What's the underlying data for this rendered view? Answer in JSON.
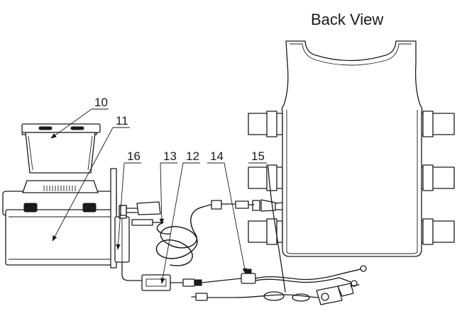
{
  "title": "Back View",
  "callouts": [
    {
      "id": "c10",
      "label": "10"
    },
    {
      "id": "c11",
      "label": "11"
    },
    {
      "id": "c16",
      "label": "16"
    },
    {
      "id": "c13",
      "label": "13"
    },
    {
      "id": "c12",
      "label": "12"
    },
    {
      "id": "c14",
      "label": "14"
    },
    {
      "id": "c15",
      "label": "15"
    }
  ]
}
